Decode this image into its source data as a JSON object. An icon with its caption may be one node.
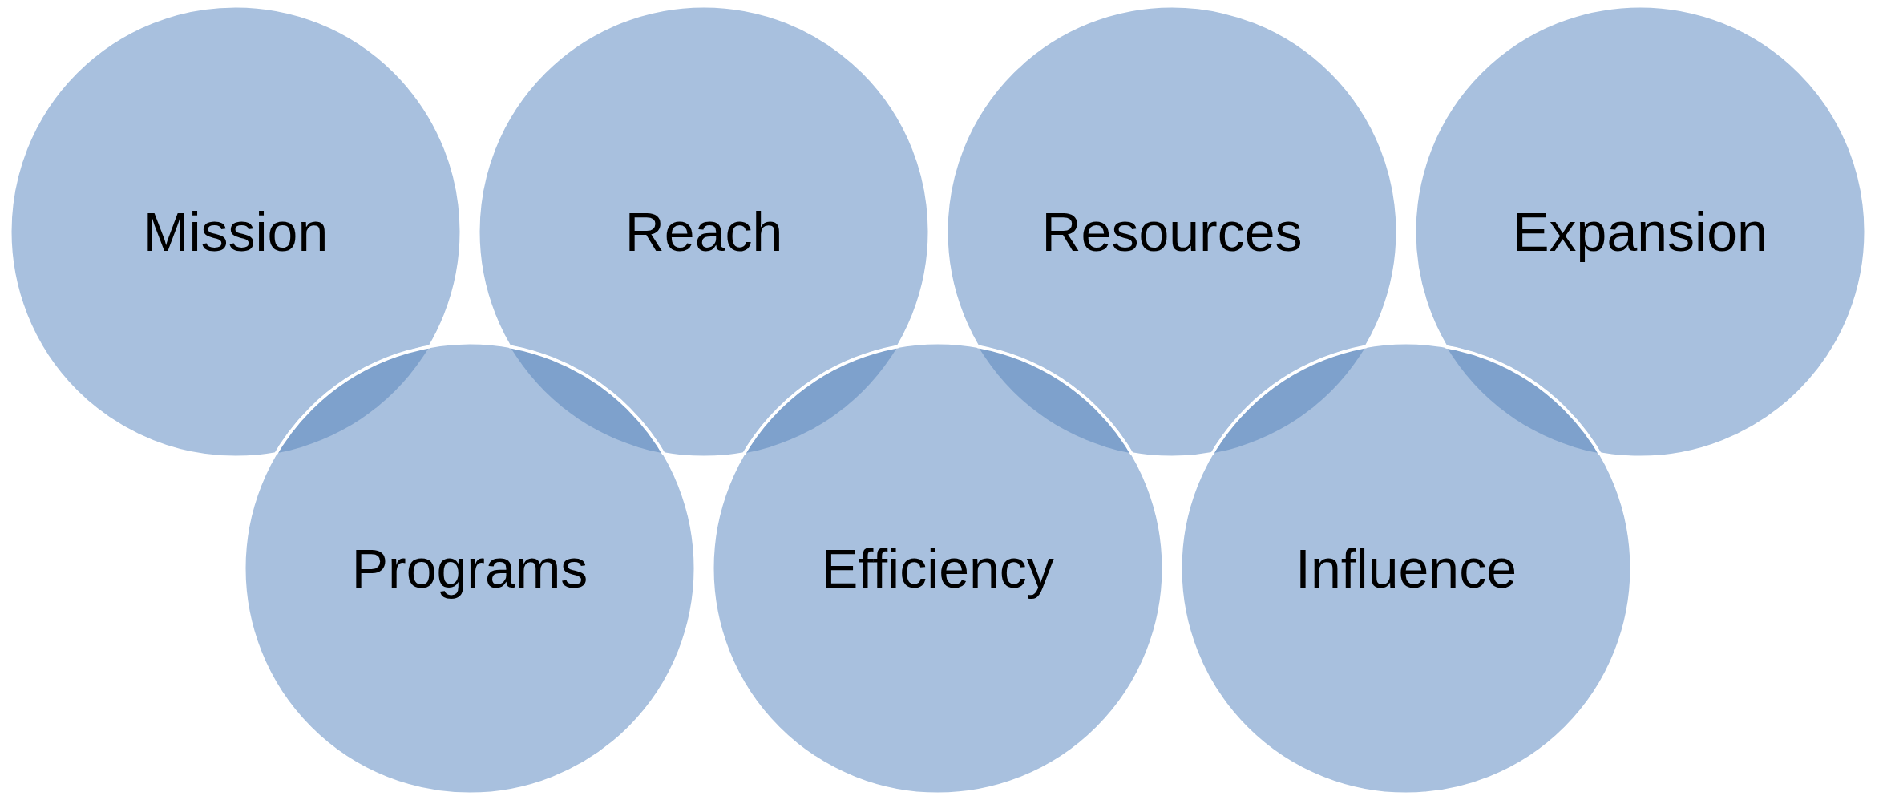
{
  "diagram": {
    "nodes": [
      {
        "text": [
          "Mission"
        ]
      },
      {
        "text": [
          "Reach"
        ]
      },
      {
        "text": [
          "Resources"
        ]
      },
      {
        "text": [
          "Expansion"
        ]
      },
      {
        "text": [
          "Programs"
        ]
      },
      {
        "text": [
          "Efficiency"
        ]
      },
      {
        "text": [
          "Influence"
        ]
      }
    ]
  }
}
